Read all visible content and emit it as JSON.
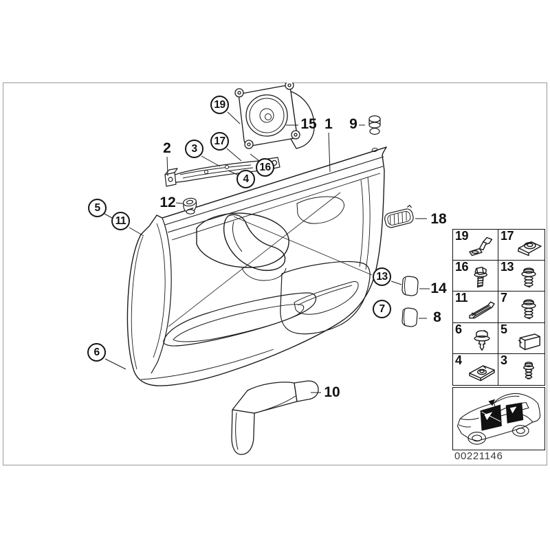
{
  "diagram": {
    "description": "Door trim panel exploded parts diagram",
    "footer": {
      "diagram_code": "00221146"
    },
    "colors": {
      "line": "#1a1a1a",
      "frame_border": "#999999",
      "code_text": "#3a3a3a",
      "highlight_fill": "#111111"
    }
  },
  "callouts": {
    "circled": [
      {
        "label": "19"
      },
      {
        "label": "3"
      },
      {
        "label": "17"
      },
      {
        "label": "16"
      },
      {
        "label": "4"
      },
      {
        "label": "5"
      },
      {
        "label": "11"
      },
      {
        "label": "13"
      },
      {
        "label": "7"
      },
      {
        "label": "6"
      }
    ],
    "plain": [
      {
        "label": "2"
      },
      {
        "label": "12"
      },
      {
        "label": "15"
      },
      {
        "label": "1"
      },
      {
        "label": "9"
      },
      {
        "label": "18"
      },
      {
        "label": "14"
      },
      {
        "label": "8"
      },
      {
        "label": "10"
      }
    ]
  },
  "parts_table": {
    "cells": [
      {
        "label": "19",
        "icon": "bracket-clip-icon"
      },
      {
        "label": "17",
        "icon": "clip-nut-icon"
      },
      {
        "label": "16",
        "icon": "hex-bolt-icon"
      },
      {
        "label": "13",
        "icon": "washer-screw-icon"
      },
      {
        "label": "11",
        "icon": "mount-rail-icon"
      },
      {
        "label": "7",
        "icon": "washer-screw-icon"
      },
      {
        "label": "6",
        "icon": "expanding-rivet-icon"
      },
      {
        "label": "5",
        "icon": "cover-clip-icon"
      },
      {
        "label": "4",
        "icon": "speed-nut-icon"
      },
      {
        "label": "3",
        "icon": "small-screw-icon"
      }
    ]
  }
}
